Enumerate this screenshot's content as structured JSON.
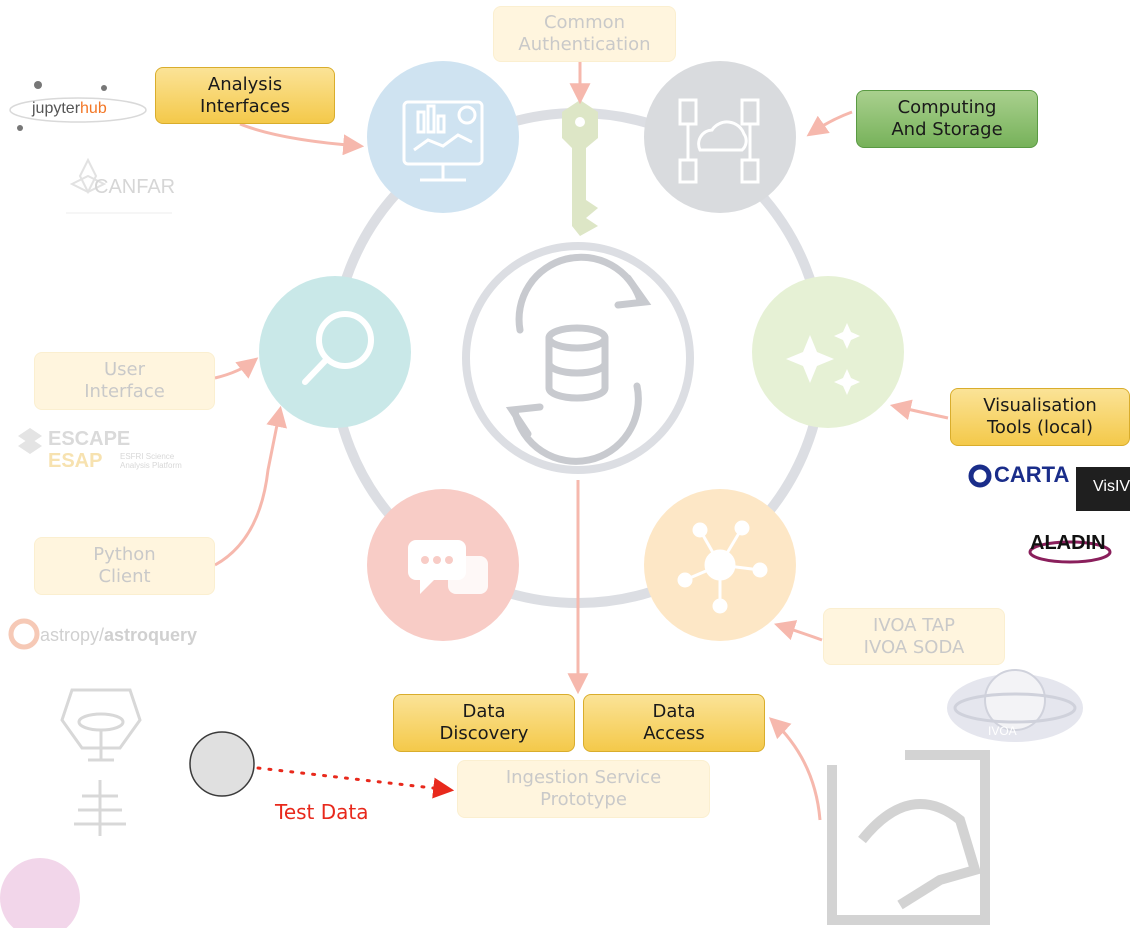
{
  "diagram": {
    "services": {
      "common_auth": "Common\nAuthentication",
      "analysis_interfaces": "Analysis\nInterfaces",
      "computing_storage": "Computing\nAnd Storage",
      "user_interface": "User\nInterface",
      "python_client": "Python\nClient",
      "visualisation_tools": "Visualisation\nTools (local)",
      "ivoa": "IVOA TAP\nIVOA SODA",
      "data_discovery": "Data\nDiscovery",
      "data_access": "Data\nAccess",
      "ingestion": "Ingestion Service\nPrototype",
      "test_data": "Test Data"
    },
    "logos": {
      "jupyterhub_a": "jupyter",
      "jupyterhub_b": "hub",
      "canfar": "CANFAR",
      "escape": "ESCAPE",
      "esap": "ESAP",
      "esap_sub": "ESFRI Science\nAnalysis Platform",
      "carta": "CARTA",
      "visivo": "VisIV",
      "aladin": "ALADIN",
      "astropy": "astropy/",
      "astroquery": "astroquery",
      "ivoa": "IVOA"
    },
    "colors": {
      "highlight_yellow": "#f4c94a",
      "highlight_green": "#77b25a",
      "arrow": "#f6b8ad",
      "ring": "#dcdee3",
      "test_data": "#e8291c"
    }
  }
}
